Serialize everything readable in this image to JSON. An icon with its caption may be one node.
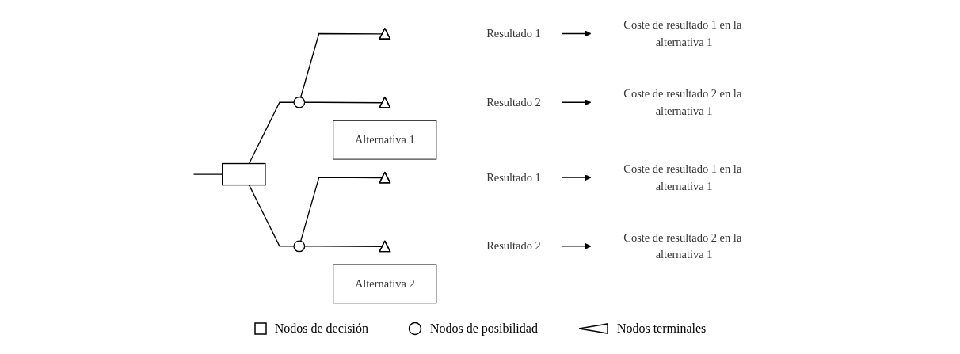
{
  "diagram": {
    "nodes": [
      {
        "text": [
          "Alternativa 1"
        ]
      },
      {
        "text": [
          "Alternativa 2"
        ]
      },
      {
        "text": [],
        "shape": "box"
      },
      {
        "text": [],
        "shape": "circle"
      },
      {
        "text": [],
        "shape": "circle"
      },
      {
        "text": [],
        "shape": "triangle"
      },
      {
        "text": [],
        "shape": "triangle"
      },
      {
        "text": [],
        "shape": "triangle"
      },
      {
        "text": [],
        "shape": "triangle"
      },
      {
        "text": [
          "Resultado 1"
        ]
      },
      {
        "text": [
          "Resultado 2"
        ]
      },
      {
        "text": [
          "Resultado 1"
        ]
      },
      {
        "text": [
          "Resultado 2"
        ]
      },
      {
        "text": [
          "Coste de resultado 1 en la alternativa 1"
        ]
      },
      {
        "text": [
          "Coste de resultado 2 en la alternativa 1"
        ]
      },
      {
        "text": [
          "Coste de resultado 1 en la alternativa 1"
        ]
      },
      {
        "text": [
          "Coste de resultado 2 en la alternativa 1"
        ]
      }
    ],
    "edges": [
      {
        "from": null,
        "to": 2,
        "arrow": "none"
      },
      {
        "from": 2,
        "to": 3,
        "arrow": "none"
      },
      {
        "from": 2,
        "to": 4,
        "arrow": "none"
      },
      {
        "from": 3,
        "to": 5,
        "arrow": "none"
      },
      {
        "from": 3,
        "to": 6,
        "arrow": "none"
      },
      {
        "from": 4,
        "to": 7,
        "arrow": "none"
      },
      {
        "from": 4,
        "to": 8,
        "arrow": "none"
      },
      {
        "from": 9,
        "to": 13,
        "arrow": "to"
      },
      {
        "from": 10,
        "to": 14,
        "arrow": "to"
      },
      {
        "from": 11,
        "to": 15,
        "arrow": "to"
      },
      {
        "from": 12,
        "to": 16,
        "arrow": "to"
      }
    ],
    "legend": [
      {
        "text": "Nodos de decisión"
      },
      {
        "text": "Nodos de posibilidad"
      },
      {
        "text": "Nodos terminales"
      }
    ]
  }
}
